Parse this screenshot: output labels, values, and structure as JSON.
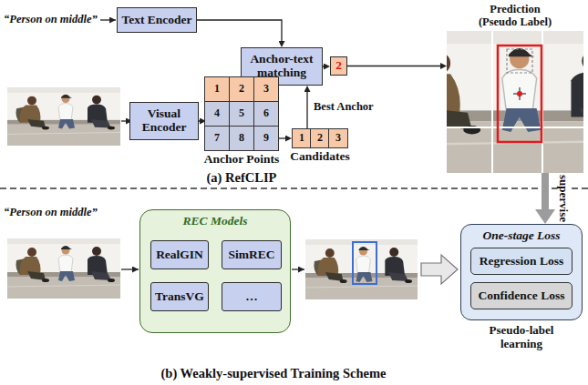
{
  "diagram": {
    "nodes": [
      {
        "text": [
          "Text Encoder"
        ]
      },
      {
        "text": [
          "Anchor-text matching"
        ]
      },
      {
        "text": [
          "2"
        ]
      },
      {
        "text": [
          "Prediction (Pseudo Label)"
        ]
      },
      {
        "text": [
          "Visual Encoder"
        ]
      },
      {
        "text": [
          "Anchor Points"
        ]
      },
      {
        "text": [
          "1"
        ],
        "in": 5
      },
      {
        "text": [
          "2"
        ],
        "in": 5
      },
      {
        "text": [
          "3"
        ],
        "in": 5
      },
      {
        "text": [
          "4"
        ],
        "in": 5
      },
      {
        "text": [
          "5"
        ],
        "in": 5
      },
      {
        "text": [
          "6"
        ],
        "in": 5
      },
      {
        "text": [
          "7"
        ],
        "in": 5
      },
      {
        "text": [
          "8"
        ],
        "in": 5
      },
      {
        "text": [
          "9"
        ],
        "in": 5
      },
      {
        "text": [
          "Candidates"
        ]
      },
      {
        "text": [
          "1"
        ],
        "in": 15
      },
      {
        "text": [
          "2"
        ],
        "in": 15
      },
      {
        "text": [
          "3"
        ],
        "in": 15
      },
      {
        "text": [
          "REC Models"
        ]
      },
      {
        "text": [
          "RealGIN"
        ],
        "in": 19
      },
      {
        "text": [
          "SimREC"
        ],
        "in": 19
      },
      {
        "text": [
          "TransVG"
        ],
        "in": 19
      },
      {
        "text": [
          "…"
        ],
        "in": 19
      },
      {
        "text": [
          "One-stage Loss"
        ]
      },
      {
        "text": [
          "Regression Loss"
        ],
        "in": 24
      },
      {
        "text": [
          "Confidence Loss"
        ],
        "in": 24
      }
    ],
    "edges": [
      {
        "from": 0,
        "to": 1,
        "arrow": "to"
      },
      {
        "from": 1,
        "to": 2,
        "arrow": "to"
      },
      {
        "from": 2,
        "to": 3,
        "arrow": "to"
      },
      {
        "from": 4,
        "to": 5,
        "arrow": "to"
      },
      {
        "from": 5,
        "to": 15,
        "arrow": "to"
      },
      {
        "from": 15,
        "to": 1,
        "label": "Best Anchor",
        "arrow": "to"
      },
      {
        "from": 3,
        "to": 24,
        "label": "supervise",
        "arrow": "to"
      }
    ],
    "labels": [
      "“Person on middle”",
      "(a) RefCLIP",
      "“Person on middle”",
      "Pseudo-label learning",
      "(b) Weakly-supervised Training Scheme"
    ]
  }
}
